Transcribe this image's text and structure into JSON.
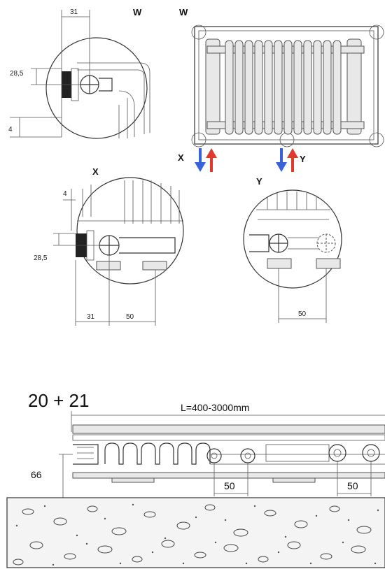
{
  "labels": {
    "w_detail": "W",
    "w_corner": "W",
    "x_arrow": "X",
    "y_arrow": "Y",
    "x_detail": "X",
    "y_detail": "Y"
  },
  "dims": {
    "w_width": "31",
    "w_height": "28,5",
    "w_offset": "4",
    "x_offset": "4",
    "x_height": "28,5",
    "x_width_a": "31",
    "x_width_b": "50",
    "y_width": "50",
    "side_height": "66",
    "side_spacing_a": "50",
    "side_spacing_b": "50"
  },
  "side": {
    "types": "20 + 21",
    "length": "L=400-3000mm"
  },
  "colors": {
    "flow_in": "#e03a2e",
    "flow_out": "#3a62d8",
    "line": "#333333",
    "floor_fill": "#f4f4f4"
  },
  "icons": [
    "arrow-down-blue-icon",
    "arrow-up-red-icon",
    "valve-crosshair-icon"
  ]
}
